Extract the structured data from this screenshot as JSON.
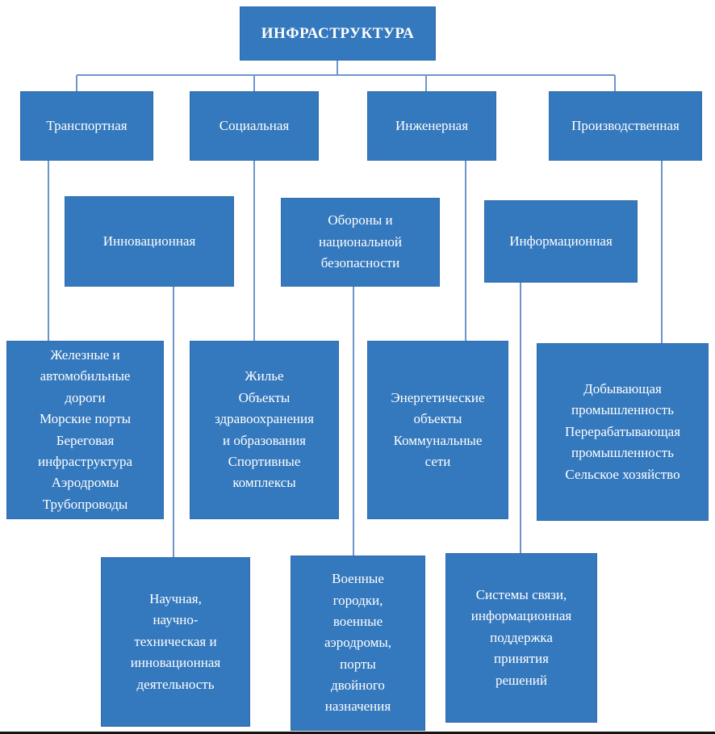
{
  "colors": {
    "box": "#3478BD",
    "box-border": "#2E6CAC",
    "connector": "#6C96CB",
    "text": "#FFFFFF",
    "background": "#FFFFFF"
  },
  "nodes": {
    "infrastructure": {
      "label": "ИНФРАСТРУКТУРА"
    },
    "transport": {
      "label": "Транспортная"
    },
    "social": {
      "label": "Социальная"
    },
    "engineering": {
      "label": "Инженерная"
    },
    "production": {
      "label": "Производственная"
    },
    "innovation": {
      "label": "Инновационная"
    },
    "defense": {
      "label": "Обороны и\nнациональной\nбезопасности"
    },
    "information": {
      "label": "Информационная"
    },
    "transport_objects": {
      "label": "Железные и\nавтомобильные\nдороги\nМорские порты\nБереговая\nинфраструктура\nАэродромы\nТрубопроводы"
    },
    "social_objects": {
      "label": "Жилье\nОбъекты\nздравоохранения\nи образования\nСпортивные\nкомплексы"
    },
    "engineering_objects": {
      "label": "Энергетические\nобъекты\nКоммунальные\nсети"
    },
    "production_objects": {
      "label": "Добывающая\nпромышленность\nПерерабатывающая\nпромышленность\nСельское хозяйство"
    },
    "innovation_objects": {
      "label": "Научная,\nнаучно-\nтехническая и\nинновационная\nдеятельность"
    },
    "defense_objects": {
      "label": "Военные\nгородки,\nвоенные\nаэродромы,\nпорты\nдвойного\nназначения"
    },
    "information_objects": {
      "label": "Системы связи,\nинформационная\nподдержка\nпринятия\nрешений"
    }
  },
  "edges": [
    {
      "from": "infrastructure",
      "to": "transport"
    },
    {
      "from": "infrastructure",
      "to": "social"
    },
    {
      "from": "infrastructure",
      "to": "engineering"
    },
    {
      "from": "infrastructure",
      "to": "production"
    },
    {
      "from": "transport",
      "to": "transport_objects"
    },
    {
      "from": "social",
      "to": "social_objects"
    },
    {
      "from": "engineering",
      "to": "engineering_objects"
    },
    {
      "from": "production",
      "to": "production_objects"
    },
    {
      "from": "innovation",
      "to": "innovation_objects"
    },
    {
      "from": "defense",
      "to": "defense_objects"
    },
    {
      "from": "information",
      "to": "information_objects"
    }
  ]
}
